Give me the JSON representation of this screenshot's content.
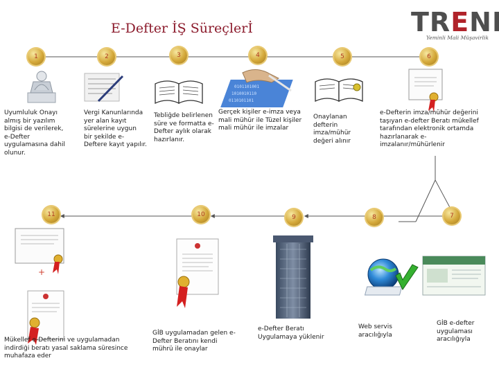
{
  "title": "E-Defter İŞ Süreçlerİ",
  "logo": {
    "word_pre": "TR",
    "word_e": "E",
    "word_post": "ND",
    "tagline": "Yeminli Mali Müşavirlik"
  },
  "steps": [
    {
      "num": "1",
      "lines": [
        "Uyumluluk Onayı",
        "almış bir yazılım",
        "bilgisi de verilerek,",
        "e-Defter",
        "uygulamasına dahil",
        "olunur."
      ]
    },
    {
      "num": "2",
      "lines": [
        "Vergi Kanunlarında",
        "yer alan kayıt",
        "sürelerine uygun",
        "bir şekilde e-",
        "Deftere kayıt yapılır."
      ]
    },
    {
      "num": "3",
      "lines": [
        "Tebliğde belirlenen",
        "süre ve formatta e-",
        "Defter aylık olarak",
        "hazırlanır."
      ]
    },
    {
      "num": "4",
      "lines": [
        "Gerçek kişiler e-imza veya",
        "mali mühür ile Tüzel kişiler",
        "mali mühür ile imzalar"
      ]
    },
    {
      "num": "5",
      "lines": [
        "Onaylanan",
        "defterin",
        "imza/mühür",
        "değeri alınır"
      ]
    },
    {
      "num": "6",
      "lines": [
        "e-Defterin imza/mühür değerini",
        "taşıyan e-defter Beratı mükellef",
        "tarafından elektronik ortamda",
        "hazırlanarak e-",
        "imzalanır/mühürlenir"
      ]
    },
    {
      "num": "7",
      "lines": [
        "GİB e-defter",
        "uygulaması",
        "aracılığıyla"
      ]
    },
    {
      "num": "8",
      "lines": [
        "Web servis",
        "aracılığıyla"
      ]
    },
    {
      "num": "9",
      "lines": [
        "e-Defter Beratı",
        "Uygulamaya yüklenir"
      ]
    },
    {
      "num": "10",
      "lines": [
        "GİB uygulamadan gelen e-",
        "Defter Beratını kendi",
        "mührü ile onaylar"
      ]
    },
    {
      "num": "11",
      "lines": [
        "Mükellef e-Defterini ve uygulamadan",
        "indirdiği beratı yasal saklama süresince",
        "muhafaza eder"
      ]
    }
  ],
  "colors": {
    "title": "#8b1a2b",
    "arrow": "#555555",
    "badge": "#d4a83a",
    "ribbon": "#d42020"
  }
}
